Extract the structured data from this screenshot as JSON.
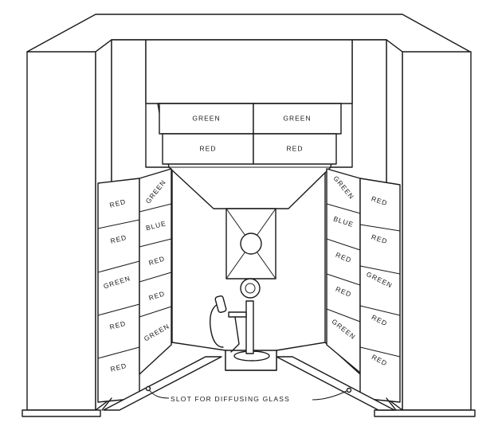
{
  "top_panels": [
    {
      "id": "top-left-upper",
      "label": "GREEN"
    },
    {
      "id": "top-right-upper",
      "label": "GREEN"
    },
    {
      "id": "top-left-lower",
      "label": "RED"
    },
    {
      "id": "top-right-lower",
      "label": "RED"
    }
  ],
  "left_wall_panels": [
    {
      "id": "left-outer-1",
      "label": "RED"
    },
    {
      "id": "left-inner-1",
      "label": "GREEN"
    },
    {
      "id": "left-outer-2",
      "label": "RED"
    },
    {
      "id": "left-inner-2",
      "label": "BLUE"
    },
    {
      "id": "left-outer-3",
      "label": "GREEN"
    },
    {
      "id": "left-inner-3",
      "label": "RED"
    },
    {
      "id": "left-outer-4",
      "label": "RED"
    },
    {
      "id": "left-inner-4",
      "label": "RED"
    },
    {
      "id": "left-outer-5",
      "label": "RED"
    },
    {
      "id": "left-inner-5",
      "label": "GREEN"
    }
  ],
  "right_wall_panels": [
    {
      "id": "right-inner-1",
      "label": "GREEN"
    },
    {
      "id": "right-outer-1",
      "label": "RED"
    },
    {
      "id": "right-inner-2",
      "label": "BLUE"
    },
    {
      "id": "right-outer-2",
      "label": "RED"
    },
    {
      "id": "right-inner-3",
      "label": "RED"
    },
    {
      "id": "right-outer-3",
      "label": "GREEN"
    },
    {
      "id": "right-inner-4",
      "label": "RED"
    },
    {
      "id": "right-outer-4",
      "label": "RED"
    },
    {
      "id": "right-inner-5",
      "label": "GREEN"
    },
    {
      "id": "right-outer-5",
      "label": "RED"
    }
  ],
  "caption": "SLOT FOR DIFFUSING GLASS",
  "colors": {
    "ink": "#1a1a1a",
    "paper": "#ffffff"
  }
}
